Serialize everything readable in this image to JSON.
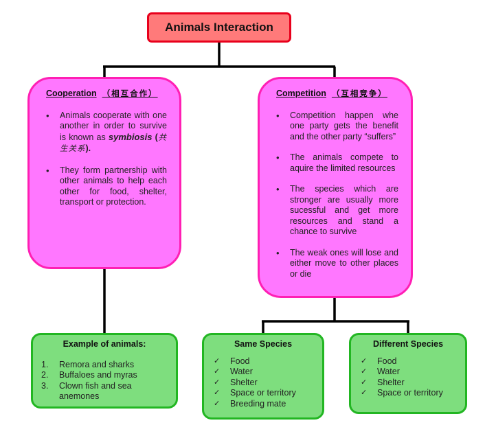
{
  "title": "Animals Interaction",
  "cooperation": {
    "heading": "Cooperation",
    "heading_cn": "（相互合作）",
    "bullet1_pre": "Animals cooperate with one another in order to survive is known as",
    "bullet1_term": "symbiosis",
    "bullet1_paren_open": "(",
    "bullet1_cn": "共生关系",
    "bullet1_close": ").",
    "bullet2": "They form partnership with other animals to help each other for food, shelter, transport or protection."
  },
  "competition": {
    "heading": "Competition",
    "heading_cn": "（互相竞争）",
    "bullets": [
      "Competition happen whe one party gets the benefit and the other party “suffers”",
      "The animals compete to aquire the limited resources",
      "The species which are stronger are usually more sucessful and get more resources and stand a chance to survive",
      "The weak ones will lose and either move to other places or die"
    ]
  },
  "examples": {
    "title": "Example of animals:",
    "items": [
      {
        "num": "1.",
        "text": "Remora and sharks"
      },
      {
        "num": "2.",
        "text": "Buffaloes and myras"
      },
      {
        "num": "3.",
        "text": "Clown fish and sea anemones"
      }
    ]
  },
  "same_species": {
    "title": "Same Species",
    "items": [
      "Food",
      "Water",
      "Shelter",
      "Space or territory",
      "Breeding mate"
    ]
  },
  "different_species": {
    "title": "Different Species",
    "items": [
      "Food",
      "Water",
      "Shelter",
      "Space or territory"
    ]
  },
  "icons": {
    "check": "checkmark-icon"
  },
  "colors": {
    "title_fill": "#ff7a7a",
    "title_border": "#e8001c",
    "pink_fill": "#ff77ff",
    "pink_border": "#ff1fb4",
    "green_fill": "#7ede7e",
    "green_border": "#22b622",
    "connector": "#000000"
  }
}
